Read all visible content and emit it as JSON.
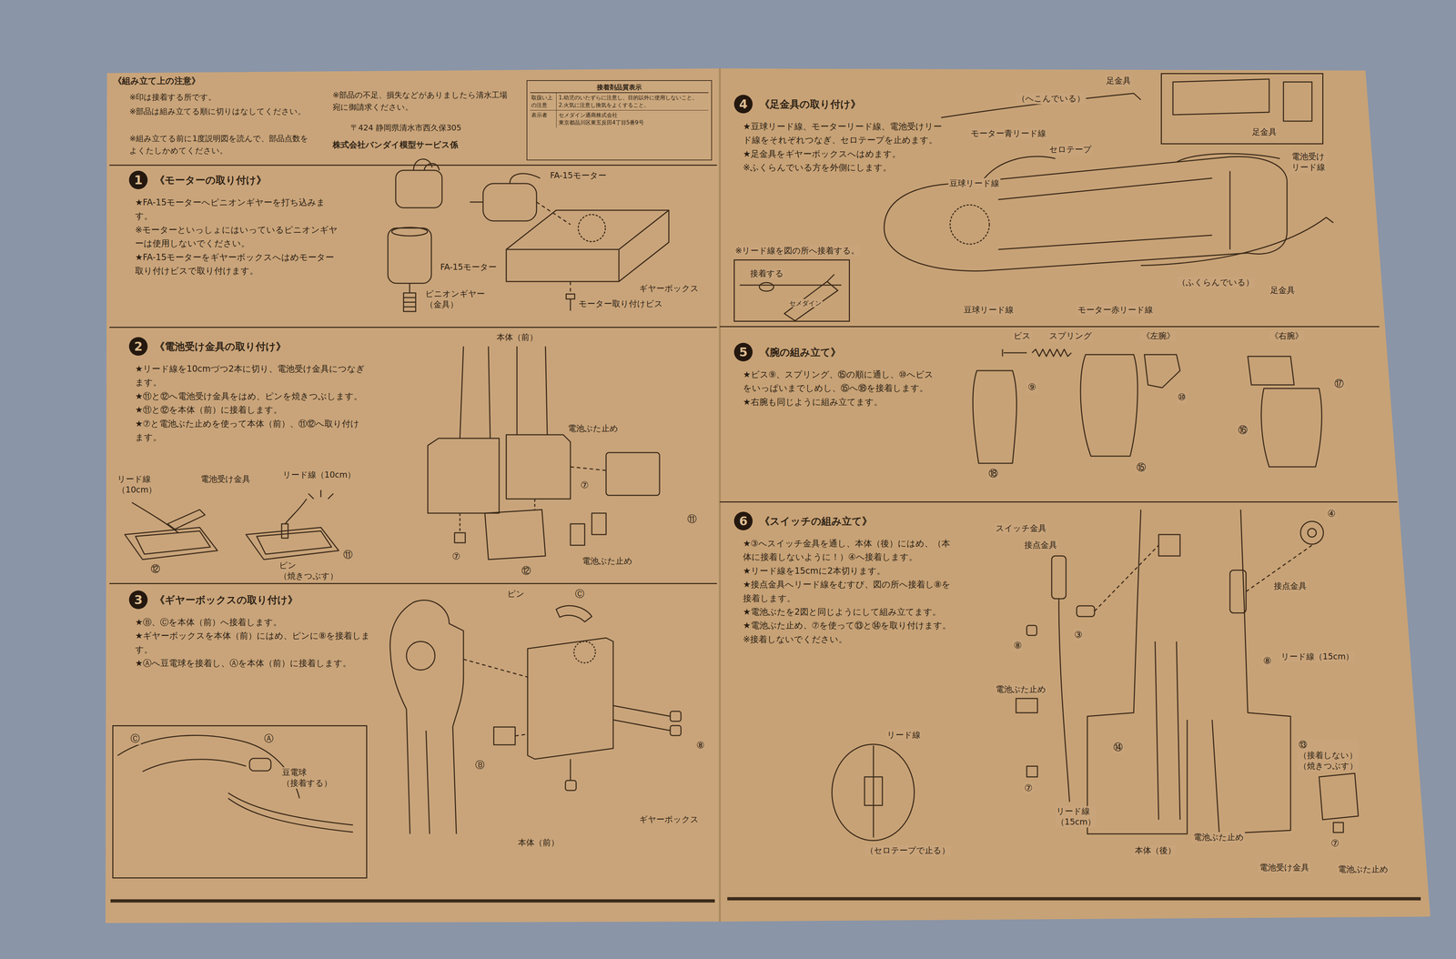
{
  "diagram": {
    "nodes": [
      {
        "text": [
          "接着剤品質表示",
          "取扱い上の注意",
          "1.幼児のいたずらに注意し、目的以外に使用しないこと。",
          "2.火気に注意し換気をよくすること。",
          "表示者",
          "セメダイン通商株式会社",
          "東京都品川区東五反田4丁目5番9号"
        ]
      },
      {
        "text": [
          "1",
          "《モーターの取り付け》",
          "★FA-15モーターへピニオンギヤーを打ち込みます。",
          "※モーターといっしょにはいっているピニオンギヤーは使用しないでください。",
          "★FA-15モーターをギヤーボックスへはめモーター取り付けビスで取り付けます。"
        ]
      },
      {
        "text": [
          "2",
          "《電池受け金具の取り付け》",
          "★リード線を10cmづつ2本に切り、電池受け金具につなぎます。",
          "★⑪と⑫へ電池受け金具をはめ、ピンを焼きつぶします。",
          "★⑪と⑫を本体（前）に接着します。",
          "★⑦と電池ぶた止めを使って本体（前）、⑪⑫へ取り付けます。"
        ]
      },
      {
        "text": [
          "3",
          "《ギヤーボックスの取り付け》",
          "★Ⓑ、Ⓒを本体（前）へ接着します。",
          "★ギヤーボックスを本体（前）にはめ、ピンに⑧を接着します。",
          "★Ⓐへ豆電球を接着し、Ⓐを本体（前）に接着します。"
        ]
      },
      {
        "text": [
          "Ⓒ",
          "Ⓐ",
          "豆電球 （接着する）"
        ],
        "in": 3
      },
      {
        "text": [
          "4",
          "《足金具の取り付け》",
          "★豆球リード線、モーターリード線、電池受けリード線をそれぞれつなぎ、セロテープを止めます。",
          "★足金具をギヤーボックスへはめます。",
          "※ふくらんでいる方を外側にします。"
        ]
      },
      {
        "text": [
          "足金具"
        ],
        "in": 5
      },
      {
        "text": [
          "※リード線を図の所へ接着する。",
          "接着する",
          "セメダイン"
        ],
        "in": 5
      },
      {
        "text": [
          "5",
          "《腕の組み立て》",
          "★ビス⑨、スプリング、⑮の順に通し、⑩へビスをいっぱいまでしめし、⑮へ⑱を接着します。",
          "★右腕も同じように組み立てます。"
        ]
      },
      {
        "text": [
          "6",
          "《スイッチの組み立て》",
          "★③へスイッチ金具を通し、本体（後）にはめ、（本体に接着しないように！）④へ接着します。",
          "★リード線を15cmに2本切ります。",
          "★接点金具へリード線をむすび、図の所へ接着し⑧を接着します。",
          "★電池ぶたを2図と同じようにして組み立てます。",
          "★電池ぶた止め、⑦を使って⑬と⑭を取り付けます。",
          "※接着しないでください。"
        ]
      },
      {
        "text": [
          "リード線",
          "（セロテープで止る）"
        ],
        "in": 9
      }
    ],
    "labels": [
      "《組み立て上の注意》",
      "※印は接着する所です。",
      "※部品は組み立てる順に切りはなしてください。",
      "※組み立てる前に1度説明図を読んで、部品点数をよくたしかめてください。",
      "※部品の不足、損失などがありましたら清水工場宛に御請求ください。",
      "〒424 静岡県清水市西久保305",
      "株式会社バンダイ模型サービス係",
      "FA-15モーター",
      "FA-15モーター",
      "ピニオンギヤー （金具）",
      "ギヤーボックス",
      "モーター取り付けビス",
      "リード線 （10cm）",
      "電池受け金具",
      "リード線（10cm）",
      "ピン （焼きつぶす）",
      "⑫",
      "⑪",
      "本体（前）",
      "電池ぶた止め",
      "⑦",
      "⑪",
      "⑦",
      "⑫",
      "電池ぶた止め",
      "ピン",
      "Ⓒ",
      "Ⓑ",
      "⑧",
      "ギヤーボックス",
      "本体（前）",
      "足金具",
      "（へこんでいる）",
      "モーター青リード線",
      "セロテープ",
      "豆球リード線",
      "電池受け リード線",
      "（ふくらんでいる）",
      "足金具",
      "豆球リード線",
      "モーター赤リード線",
      "ビス",
      "スプリング",
      "《左腕》",
      "《右腕》",
      "⑨",
      "⑩",
      "⑮",
      "⑱",
      "⑰",
      "⑯",
      "④",
      "スイッチ金具",
      "接点金具",
      "③",
      "⑧",
      "接点金具",
      "⑧",
      "リード線（15cm）",
      "電池ぶた止め",
      "⑦",
      "⑭",
      "リード線 （15cm）",
      "⑬（接着しない） （焼きつぶす）",
      "本体（後）",
      "電池ぶた止め",
      "電池受け金具",
      "電池ぶた止め",
      "⑦"
    ]
  }
}
